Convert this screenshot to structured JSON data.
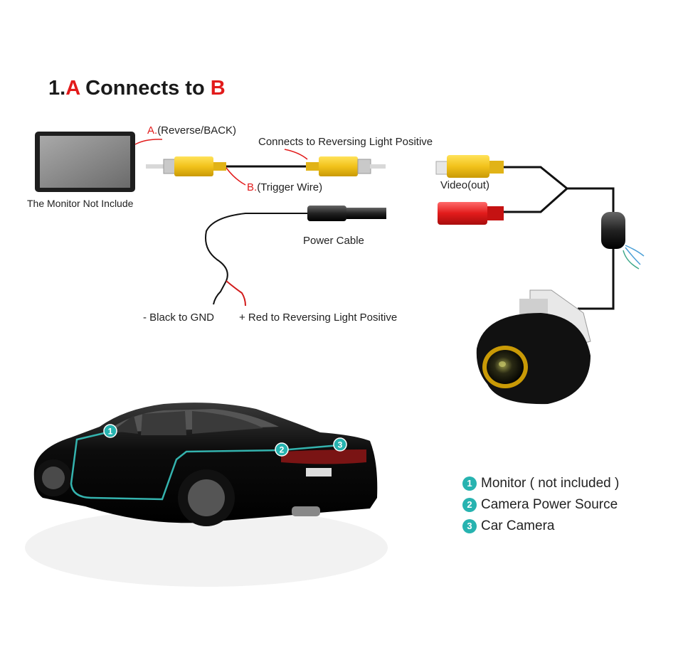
{
  "title": {
    "prefix": "1.",
    "a": "A",
    "middle": " Connects to ",
    "b": "B"
  },
  "labels": {
    "a_prefix": "A.",
    "a_text": "(Reverse/BACK)",
    "reversing_light": "Connects to Reversing Light Positive",
    "b_prefix": "B.",
    "b_text": "(Trigger Wire)",
    "video_out": "Video(out)",
    "monitor_not_include": "The Monitor Not Include",
    "power_cable": "Power Cable",
    "black_gnd": "- Black to GND",
    "red_positive": "+ Red to Reversing Light Positive"
  },
  "car_markers": [
    "1",
    "2",
    "3"
  ],
  "legend": [
    {
      "num": "1",
      "text": "Monitor ( not included )"
    },
    {
      "num": "2",
      "text": "Camera Power Source"
    },
    {
      "num": "3",
      "text": "Car Camera"
    }
  ],
  "colors": {
    "accent_red": "#e21b1b",
    "badge_teal": "#27b3b0",
    "connector_yellow": "#f2c21b"
  }
}
